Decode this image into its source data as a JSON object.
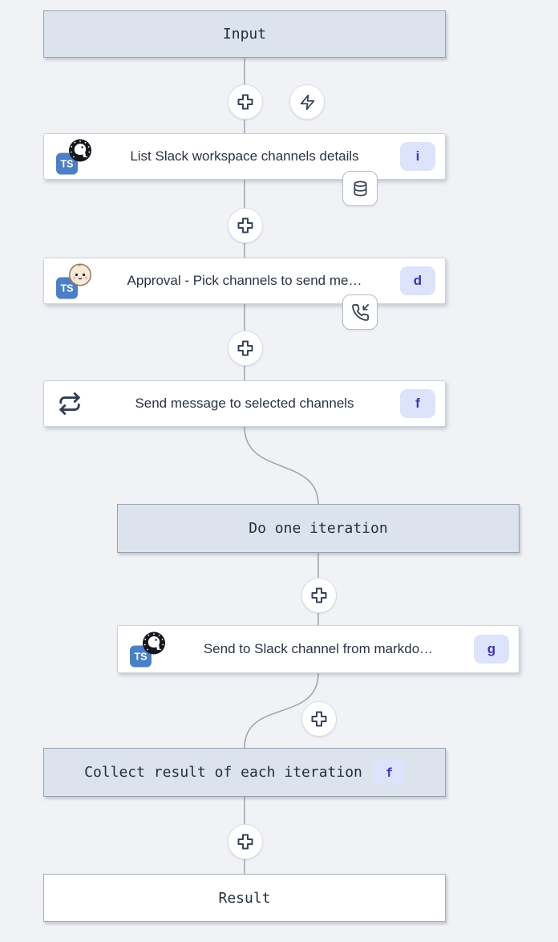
{
  "flow": {
    "input": {
      "label": "Input"
    },
    "steps": [
      {
        "label": "List Slack workspace channels details",
        "badge": "i",
        "lang_label": "TS",
        "runtime": "deno",
        "attachment": "cache"
      },
      {
        "label": "Approval - Pick channels to send me…",
        "badge": "d",
        "lang_label": "TS",
        "runtime": "bun",
        "attachment": "suspend"
      },
      {
        "label": "Send message to selected channels",
        "badge": "f",
        "icon": "loop"
      }
    ],
    "loop_branch": {
      "header": "Do one iteration",
      "steps": [
        {
          "label": "Send to Slack channel from markdo…",
          "badge": "g",
          "lang_label": "TS",
          "runtime": "deno"
        }
      ]
    },
    "collect": {
      "label": "Collect result of each iteration",
      "badge": "f"
    },
    "result": {
      "label": "Result"
    }
  },
  "icons": [
    "plus-icon",
    "zap-icon",
    "database-icon",
    "phone-incoming-icon",
    "repeat-icon",
    "typescript-icon",
    "deno-icon",
    "bun-icon"
  ],
  "colors": {
    "page_bg": "#f0f2f5",
    "virtual_box_bg": "#dce3ed",
    "card_bg": "#ffffff",
    "badge_bg": "#dde3fb",
    "badge_text": "#3d33bb",
    "ts_blue": "#4b7fc7",
    "connector": "#a0a7b0",
    "icon_stroke": "#36415a"
  }
}
